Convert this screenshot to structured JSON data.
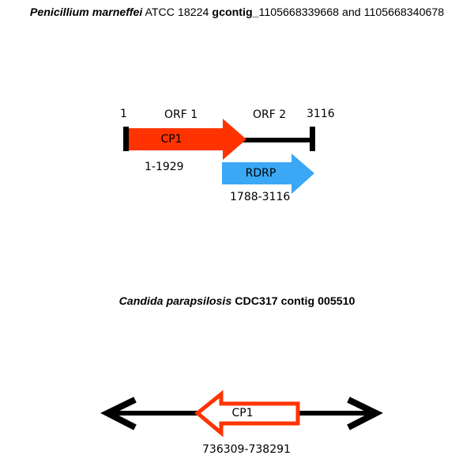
{
  "top_title": {
    "organism": "Penicillium marneffei",
    "strain": "ATCC 18224",
    "contig_prefix": "gcontig_",
    "contig_ids": "1105668339668 and 1105668340678"
  },
  "genome_map": {
    "start_label": "1",
    "end_label": "3116",
    "orf1_label": "ORF 1",
    "orf2_label": "ORF 2",
    "cp1": {
      "label": "CP1",
      "range": "1-1929",
      "color": "#ff3300"
    },
    "rdrp": {
      "label": "RDRP",
      "range": "1788-3116",
      "color": "#3aa8f5"
    }
  },
  "bottom_title": {
    "organism": "Candida parapsilosis",
    "rest": "CDC317 contig 005510"
  },
  "contig_map": {
    "cp1": {
      "label": "CP1",
      "range": "736309-738291",
      "color": "#ff3300"
    }
  }
}
